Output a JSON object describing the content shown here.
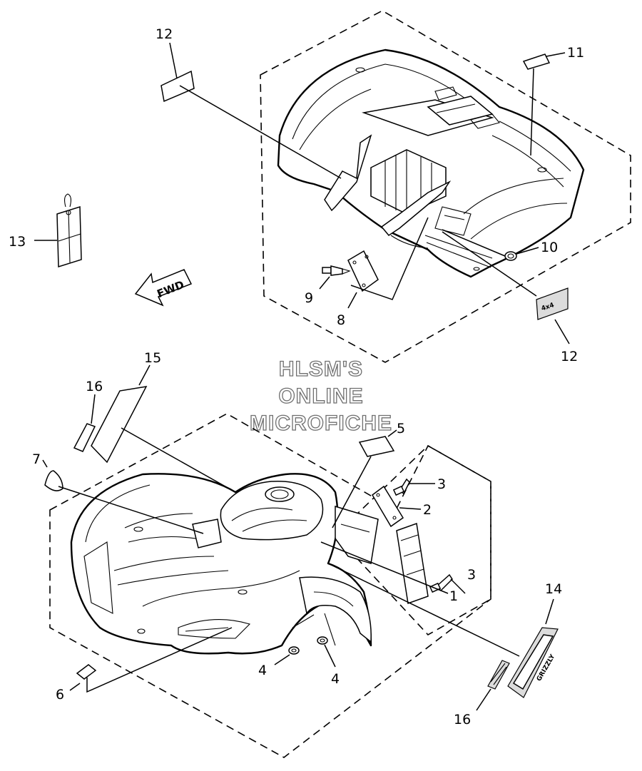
{
  "watermark": {
    "line1": "HLSM'S",
    "line2": "ONLINE",
    "line3": "MICROFICHE"
  },
  "direction_arrow": {
    "label": "FWD",
    "icon": "forward-arrow-icon"
  },
  "emblem_text": {
    "rear_4x4": "4x4",
    "front_grizzly": "GRIZZLY"
  },
  "callouts": {
    "c1": "1",
    "c2": "2",
    "c3a": "3",
    "c3b": "3",
    "c4a": "4",
    "c4b": "4",
    "c5": "5",
    "c6": "6",
    "c7": "7",
    "c8": "8",
    "c9": "9",
    "c10": "10",
    "c11": "11",
    "c12a": "12",
    "c12b": "12",
    "c13": "13",
    "c14": "14",
    "c15": "15",
    "c16a": "16",
    "c16b": "16"
  }
}
